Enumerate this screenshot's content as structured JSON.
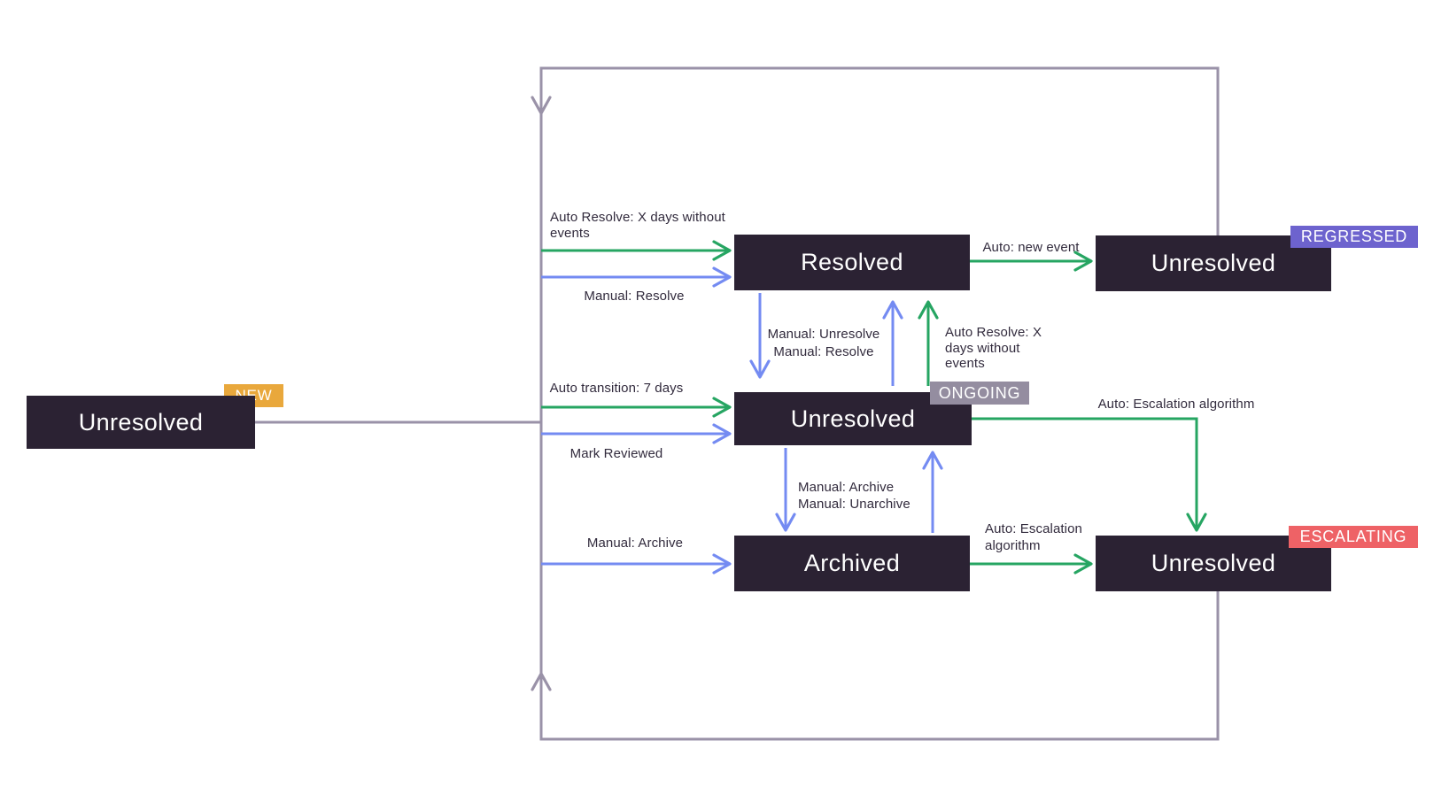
{
  "colors": {
    "box_background": "#2B2233",
    "box_text": "#FFFFFF",
    "arrow_green": "#26A562",
    "arrow_blue": "#748BF2",
    "loop_gray": "#9A92A8",
    "label_text": "#322B3D",
    "badge_new": "#E9A83C",
    "badge_regressed": "#6D63CE",
    "badge_ongoing": "#948DA0",
    "badge_escalating": "#EE6266"
  },
  "nodes": {
    "new": {
      "label": "Unresolved",
      "badge": "NEW"
    },
    "resolved": {
      "label": "Resolved"
    },
    "regressed": {
      "label": "Unresolved",
      "badge": "REGRESSED"
    },
    "ongoing": {
      "label": "Unresolved",
      "badge": "ONGOING"
    },
    "archived": {
      "label": "Archived"
    },
    "escalating": {
      "label": "Unresolved",
      "badge": "ESCALATING"
    }
  },
  "edges": {
    "auto_resolve_top": "Auto Resolve: X days without\nevents",
    "manual_resolve_top": "Manual: Resolve",
    "auto_new_event": "Auto: new event",
    "manual_unresolve_pair": "Manual: Unresolve\nManual: Resolve",
    "auto_resolve_right": "Auto Resolve: X\ndays without\nevents",
    "auto_transition": "Auto transition: 7 days",
    "mark_reviewed": "Mark Reviewed",
    "auto_escalation_right": "Auto: Escalation algorithm",
    "manual_archive_pair": "Manual: Archive\nManual: Unarchive",
    "manual_archive_left": "Manual: Archive",
    "auto_escalation_bottom": "Auto: Escalation\nalgorithm"
  }
}
